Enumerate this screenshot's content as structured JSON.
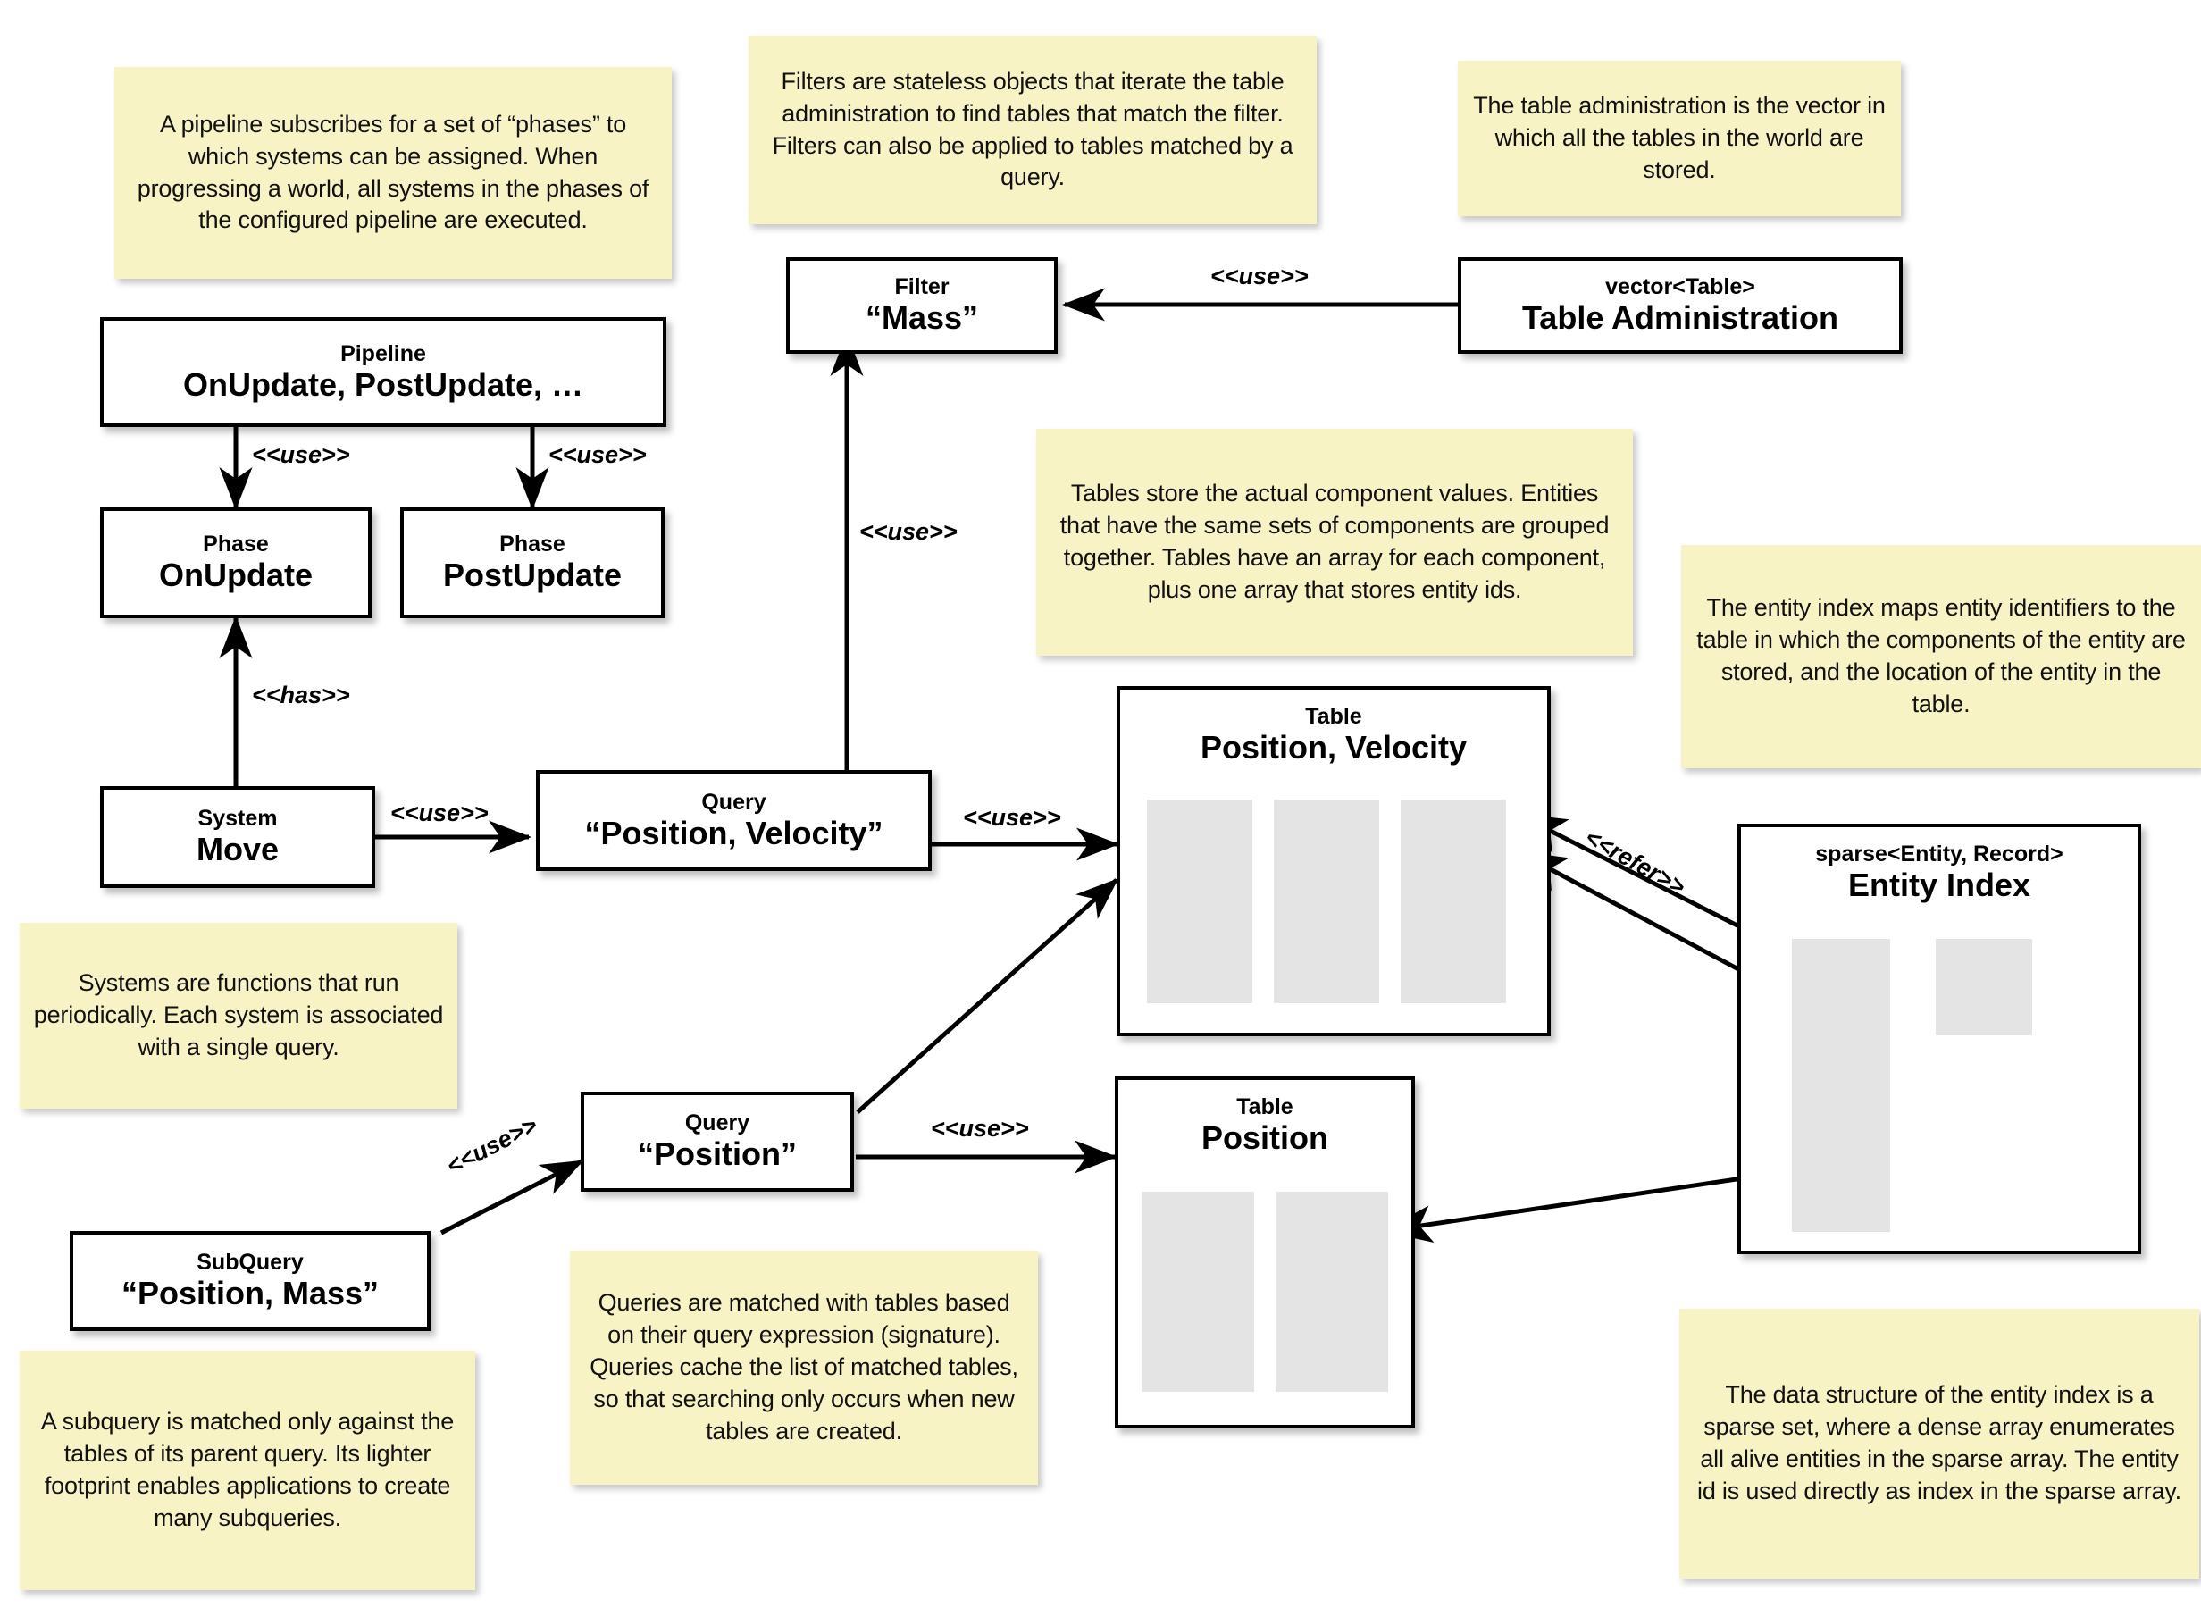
{
  "diagram": {
    "title": "ECS architecture: pipeline, systems, queries, tables and entity index",
    "accent_note_color": "#f8f3c5",
    "box_fill": "#ffffff",
    "array_fill": "#e4e4e4",
    "line_color": "#000000"
  },
  "notes": [
    {
      "id": "note-pipeline",
      "text": "A pipeline subscribes for a set of “phases” to which systems can be assigned. When progressing a world, all systems in the phases of the configured pipeline are executed."
    },
    {
      "id": "note-filter",
      "text": "Filters are stateless objects that iterate the table administration to find tables that match the filter. Filters can also be applied to tables matched by a query."
    },
    {
      "id": "note-tableadmin",
      "text": "The table administration is the vector in which all the tables in the world are stored."
    },
    {
      "id": "note-tables",
      "text": "Tables store the actual component values. Entities that have the same sets of components are grouped together. Tables have an array for each component, plus one array that stores entity ids."
    },
    {
      "id": "note-entityindex",
      "text": "The entity index maps entity identifiers to the table in which the components of the entity are stored, and the location of the entity in the table."
    },
    {
      "id": "note-systems",
      "text": "Systems are functions that run periodically. Each system is associated with a single query."
    },
    {
      "id": "note-queries",
      "text": "Queries are matched with tables based on their query expression (signature). Queries cache the list of matched tables, so that searching only occurs when new tables are created."
    },
    {
      "id": "note-subquery",
      "text": "A subquery is matched only against the tables of its parent query. Its lighter footprint enables applications to create many subqueries."
    },
    {
      "id": "note-sparseset",
      "text": "The data structure of the entity index is a sparse set, where a dense array enumerates all alive entities in the sparse array. The entity id is used directly as index in the sparse array."
    }
  ],
  "boxes": [
    {
      "id": "box-pipeline",
      "stereotype": "Pipeline",
      "name": "OnUpdate, PostUpdate, …"
    },
    {
      "id": "box-phase-onupdate",
      "stereotype": "Phase",
      "name": "OnUpdate"
    },
    {
      "id": "box-phase-postupdate",
      "stereotype": "Phase",
      "name": "PostUpdate"
    },
    {
      "id": "box-system-move",
      "stereotype": "System",
      "name": "Move"
    },
    {
      "id": "box-filter-mass",
      "stereotype": "Filter",
      "name": "“Mass”"
    },
    {
      "id": "box-table-admin",
      "stereotype": "vector<Table>",
      "name": "Table Administration"
    },
    {
      "id": "box-query-posvel",
      "stereotype": "Query",
      "name": "“Position, Velocity”"
    },
    {
      "id": "box-query-pos",
      "stereotype": "Query",
      "name": "“Position”"
    },
    {
      "id": "box-subquery",
      "stereotype": "SubQuery",
      "name": "“Position, Mass”"
    },
    {
      "id": "box-table-posvel",
      "stereotype": "Table",
      "name": "Position, Velocity"
    },
    {
      "id": "box-table-pos",
      "stereotype": "Table",
      "name": "Position"
    },
    {
      "id": "box-entity-index",
      "stereotype": "sparse<Entity, Record>",
      "name": "Entity Index"
    }
  ],
  "edge_labels": [
    {
      "id": "edge-pipeline-onupdate",
      "text": "<<use>>"
    },
    {
      "id": "edge-pipeline-postupdate",
      "text": "<<use>>"
    },
    {
      "id": "edge-system-phase",
      "text": "<<has>>"
    },
    {
      "id": "edge-system-query",
      "text": "<<use>>"
    },
    {
      "id": "edge-query-filter",
      "text": "<<use>>"
    },
    {
      "id": "edge-tableadmin-filter",
      "text": "<<use>>"
    },
    {
      "id": "edge-query-table",
      "text": "<<use>>"
    },
    {
      "id": "edge-querypos-table",
      "text": "<<use>>"
    },
    {
      "id": "edge-subquery-query",
      "text": "<<use>>"
    },
    {
      "id": "edge-entityindex-refer",
      "text": "<<refer>>"
    }
  ]
}
